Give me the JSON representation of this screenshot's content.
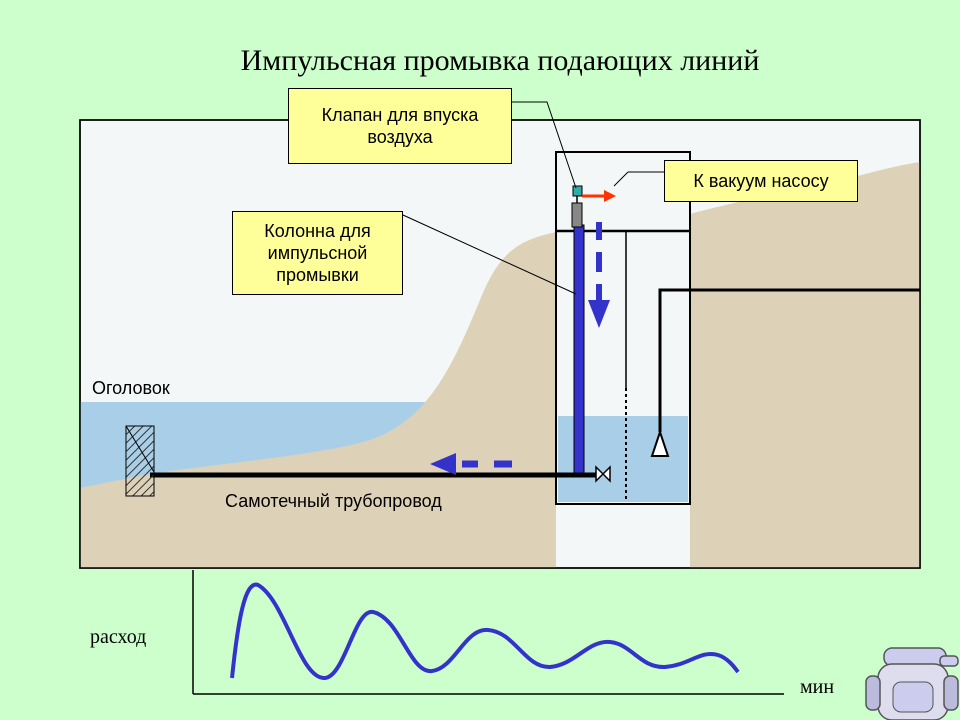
{
  "title": "Импульсная промывка подающих линий",
  "labels": {
    "valve": "Клапан для впуска воздуха",
    "vacuum": "К вакуум насосу",
    "column": "Колонна для импульсной промывки",
    "intake": "Оголовок",
    "pipeline": "Самотечный трубопровод",
    "flow_axis": "расход",
    "time_axis": "мин"
  },
  "colors": {
    "background": "#ccffcc",
    "sky": "#f4f7f7",
    "soil": "#ddd2b8",
    "water": "#a9cfe8",
    "callout": "#ffff99",
    "column": "#3333cc",
    "arrow": "#3333cc",
    "vacuum_arrow": "#ff3300",
    "curve": "#3333cc"
  },
  "icons": [
    "valve-icon",
    "float-icon",
    "robot-icon"
  ]
}
